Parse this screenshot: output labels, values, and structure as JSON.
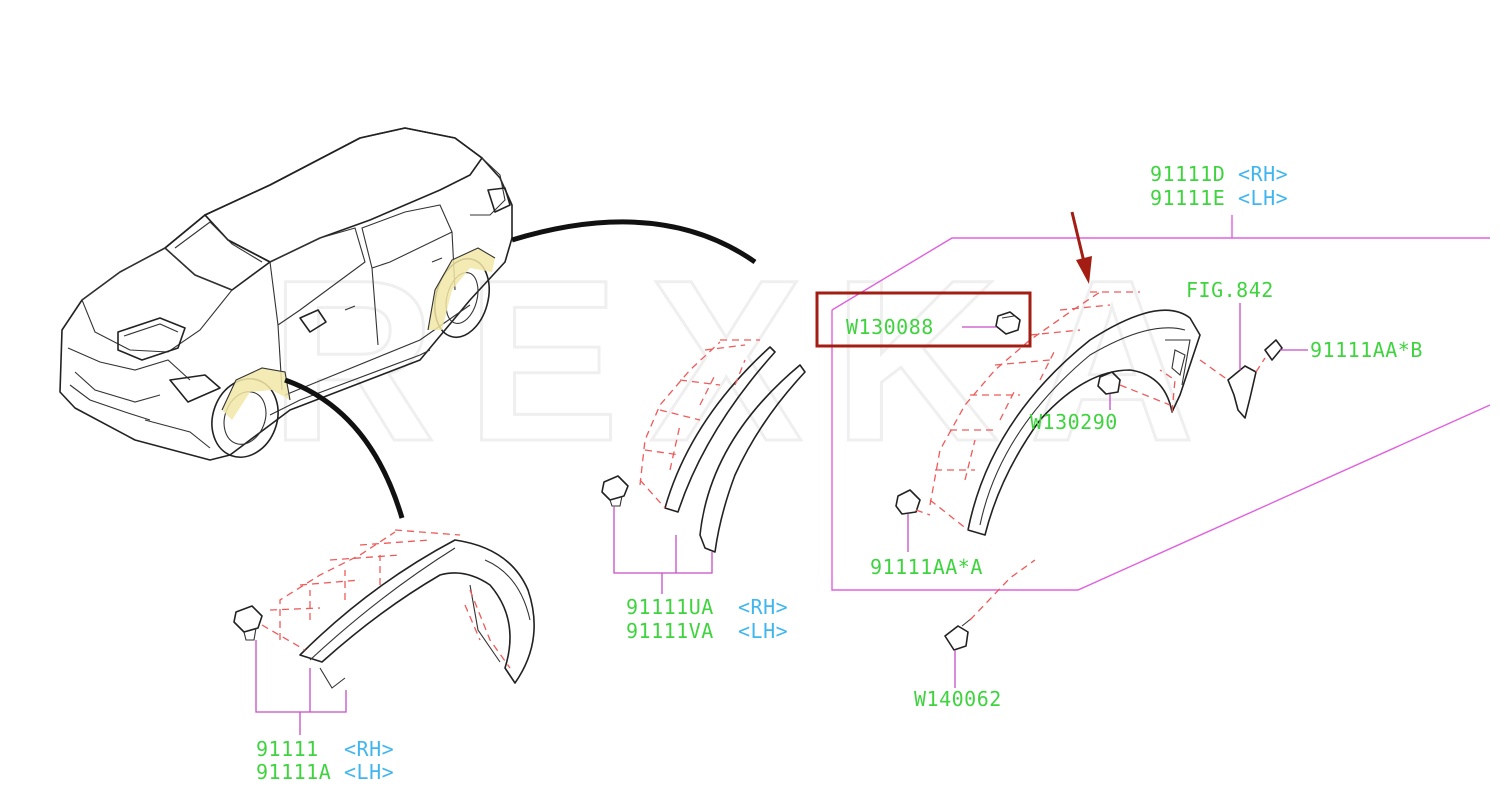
{
  "colors": {
    "part_number": "#3fd43f",
    "side_marker": "#41b6ee",
    "leader_line": "#c64dc6",
    "highlight_box": "#a31d12",
    "arrow": "#a31d12",
    "dashed_guide": "#f05a5a"
  },
  "callouts": {
    "front_liner": {
      "number_1": "91111",
      "side_1": "<RH>",
      "number_2": "91111A",
      "side_2": "<LH>"
    },
    "front_trim": {
      "number_1": "91111UA",
      "side_1": "<RH>",
      "number_2": "91111VA",
      "side_2": "<LH>"
    },
    "rear_liner": {
      "number_1": "91111D",
      "side_1": "<RH>",
      "number_2": "91111E",
      "side_2": "<LH>"
    },
    "fig_ref": "FIG.842",
    "clip_b": "91111AA*B",
    "clip_a": "91111AA*A",
    "clip_w130088": "W130088",
    "clip_w130290": "W130290",
    "clip_w140062": "W140062"
  },
  "watermark": "REXKA"
}
